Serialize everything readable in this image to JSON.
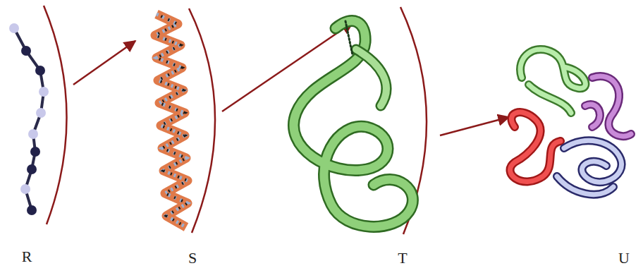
{
  "diagram": {
    "labels": [
      "R",
      "S",
      "T",
      "U"
    ]
  }
}
